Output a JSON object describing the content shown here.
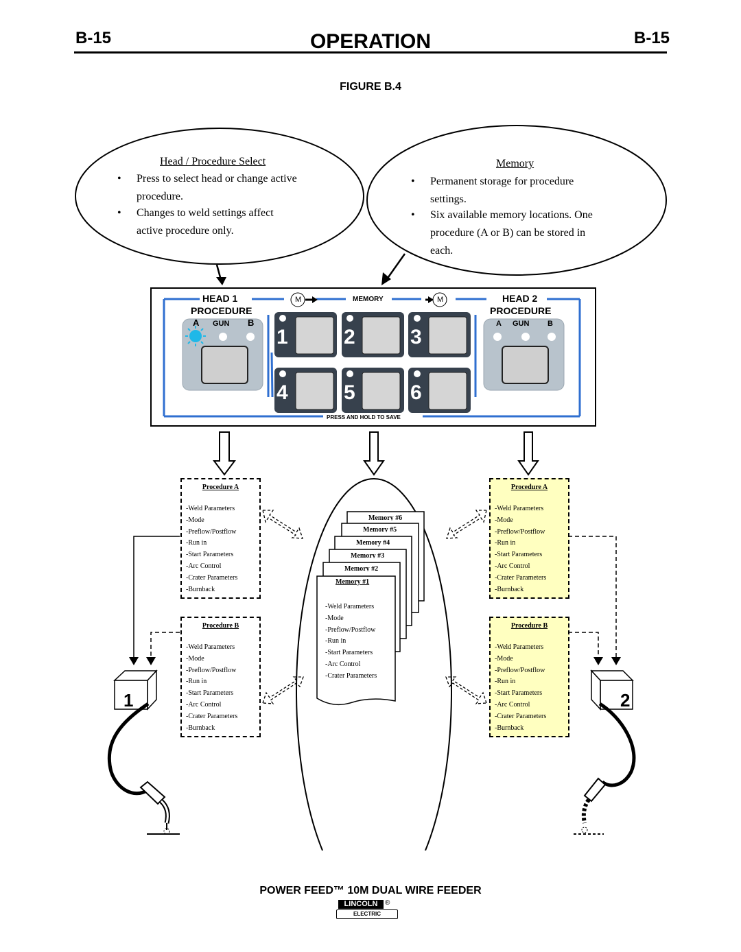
{
  "page": {
    "code_left": "B-15",
    "code_right": "B-15",
    "title": "OPERATION",
    "figure_label": "FIGURE B.4",
    "footer_title": "POWER FEED™ 10M DUAL WIRE FEEDER",
    "logo_top": "LINCOLN",
    "logo_bottom": "ELECTRIC",
    "logo_mark": "®"
  },
  "callouts": {
    "left": {
      "title": "Head / Procedure Select",
      "bullets": [
        "Press to select head or change active",
        "procedure.",
        "Changes to weld settings affect",
        "active procedure only."
      ]
    },
    "right": {
      "title": "Memory",
      "bullets": [
        "Permanent  storage for procedure",
        "settings.",
        "Six available memory locations. One",
        "procedure (A or B) can be stored in",
        "each."
      ]
    },
    "bullet_glyph": "•"
  },
  "panel": {
    "head1": "HEAD 1",
    "procedure1": "PROCEDURE",
    "gun1_a": "A",
    "gun1": "GUN",
    "gun1_b": "B",
    "m_left": "M",
    "memory": "MEMORY",
    "m_right": "M",
    "head2": "HEAD 2",
    "procedure2": "PROCEDURE",
    "gun2_a": "A",
    "gun2": "GUN",
    "gun2_b": "B",
    "memory_buttons": [
      "1",
      "2",
      "3",
      "4",
      "5",
      "6"
    ],
    "save_hint": "PRESS AND HOLD TO SAVE",
    "led_color": "#1fb8e8",
    "panel_blue": "#2f6fd0"
  },
  "procedure_boxes": {
    "left_a": {
      "title": "Procedure A",
      "items": [
        "-Weld Parameters",
        "-Mode",
        "-Preflow/Postflow",
        "-Run in",
        "-Start Parameters",
        "-Arc Control",
        "-Crater Parameters",
        "-Burnback"
      ]
    },
    "left_b": {
      "title": "Procedure B",
      "items": [
        "-Weld Parameters",
        "-Mode",
        "-Preflow/Postflow",
        "-Run in",
        "-Start Parameters",
        "-Arc Control",
        "-Crater Parameters",
        "-Burnback"
      ]
    },
    "right_a": {
      "title": "Procedure A",
      "items": [
        "-Weld Parameters",
        "-Mode",
        "-Preflow/Postflow",
        "-Run in",
        "-Start Parameters",
        "-Arc Control",
        "-Crater Parameters",
        "-Burnback"
      ]
    },
    "right_b": {
      "title": "Procedure B",
      "items": [
        "-Weld Parameters",
        "-Mode",
        "-Preflow/Postflow",
        "-Run in",
        "-Start Parameters",
        "-Arc Control",
        "-Crater Parameters",
        "-Burnback"
      ]
    },
    "highlight_color": "#ffffc0"
  },
  "memory_stack": {
    "cards": [
      "Memory #6",
      "Memory #5",
      "Memory #4",
      "Memory #3",
      "Memory #2"
    ],
    "front_title": "Memory #1",
    "front_items": [
      "-Weld Parameters",
      "-Mode",
      "-Preflow/Postflow",
      "-Run in",
      "-Start Parameters",
      "-Arc Control",
      "-Crater Parameters"
    ]
  },
  "feeders": {
    "left_number": "1",
    "right_number": "2"
  }
}
